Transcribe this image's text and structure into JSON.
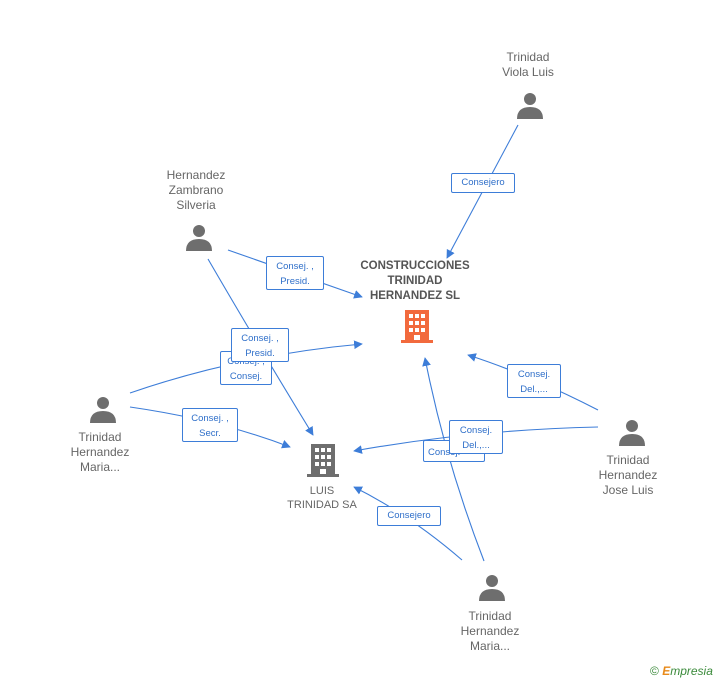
{
  "nodes": {
    "viola": {
      "lines": [
        "Trinidad",
        "Viola Luis"
      ]
    },
    "zambrano": {
      "lines": [
        "Hernandez",
        "Zambrano",
        "Silveria"
      ]
    },
    "maria_left": {
      "lines": [
        "Trinidad",
        "Hernandez",
        "Maria..."
      ]
    },
    "jose_luis": {
      "lines": [
        "Trinidad",
        "Hernandez",
        "Jose Luis"
      ]
    },
    "maria_bottom": {
      "lines": [
        "Trinidad",
        "Hernandez",
        "Maria..."
      ]
    },
    "construcciones": {
      "lines": [
        "CONSTRUCCIONES",
        "TRINIDAD",
        "HERNANDEZ SL"
      ]
    },
    "luis_trinidad": {
      "lines": [
        "LUIS",
        "TRINIDAD SA"
      ]
    }
  },
  "badges": {
    "viola_consejero": [
      "Consejero"
    ],
    "zambrano_consej_presid": [
      "Consej. ,",
      "Presid."
    ],
    "zambrano_consej_presid_2": [
      "Consej. ,",
      "Presid."
    ],
    "maria_left_consej": [
      "Consej. ,",
      "Consej."
    ],
    "maria_left_secr": [
      "Consej. ,",
      "Secr."
    ],
    "jose_del_1": [
      "Consej.",
      "Del.,..."
    ],
    "jose_del_2": [
      "Consej.",
      "Del.,..."
    ],
    "jose_consej_back": [
      "Consej."
    ],
    "maria_bottom_consejero": [
      "Consejero"
    ]
  },
  "colors": {
    "edge": "#3d7dd8",
    "person": "#6e6e6e",
    "company_main": "#f26a3d",
    "company_other": "#6e6e6e"
  },
  "watermark": {
    "symbol": "©",
    "brand_initial": "E",
    "brand_rest": "mpresia"
  }
}
